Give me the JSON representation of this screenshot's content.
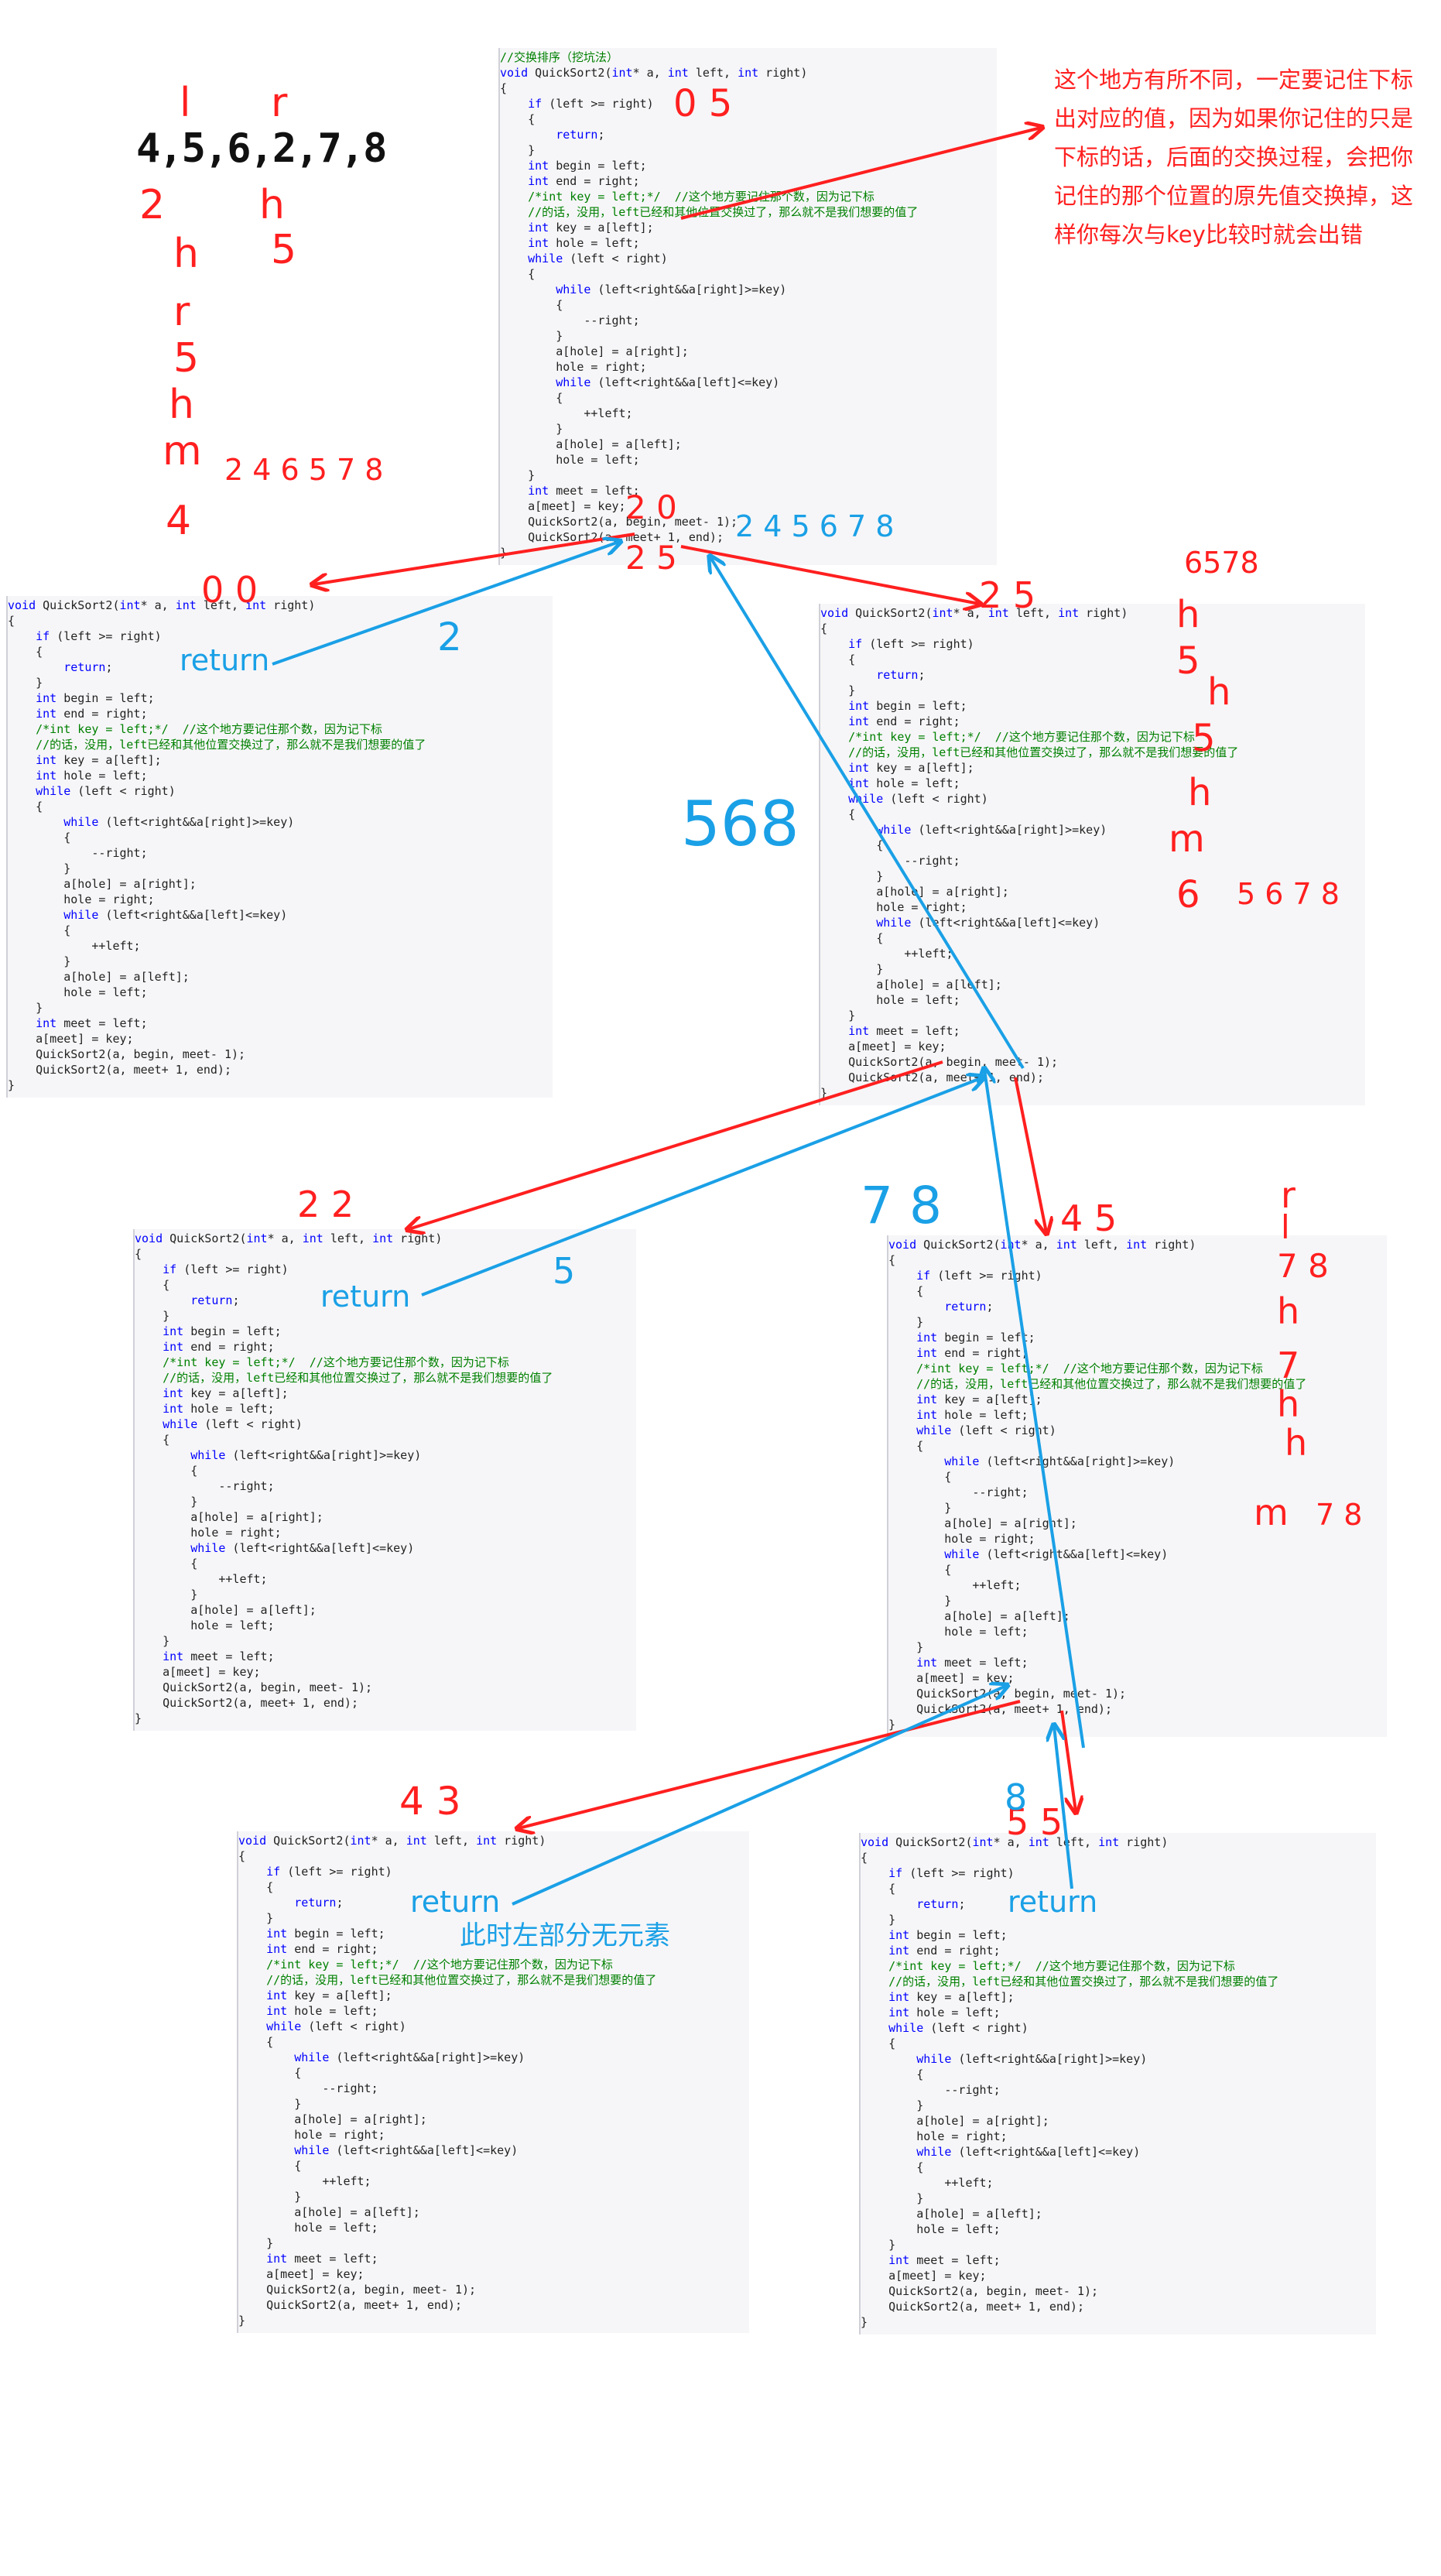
{
  "code_lines": [
    [
      [
        "kw",
        "void "
      ],
      [
        "tx",
        "QuickSort2("
      ],
      [
        "kw",
        "int"
      ],
      [
        "tx",
        "* a, "
      ],
      [
        "kw",
        "int"
      ],
      [
        "tx",
        " left, "
      ],
      [
        "kw",
        "int"
      ],
      [
        "tx",
        " right)"
      ]
    ],
    [
      [
        "tx",
        "{"
      ]
    ],
    [
      [
        "tx",
        "    "
      ],
      [
        "kw",
        "if"
      ],
      [
        "tx",
        " (left >= right)"
      ]
    ],
    [
      [
        "tx",
        "    {"
      ]
    ],
    [
      [
        "tx",
        "        "
      ],
      [
        "kw",
        "return"
      ],
      [
        "tx",
        ";"
      ]
    ],
    [
      [
        "tx",
        "    }"
      ]
    ],
    [
      [
        "tx",
        "    "
      ],
      [
        "kw",
        "int"
      ],
      [
        "tx",
        " begin = left;"
      ]
    ],
    [
      [
        "tx",
        "    "
      ],
      [
        "kw",
        "int"
      ],
      [
        "tx",
        " end = right;"
      ]
    ],
    [
      [
        "tx",
        "    "
      ],
      [
        "cm",
        "/*int key = left;*/  //这个地方要记住那个数，因为记下标"
      ]
    ],
    [
      [
        "tx",
        "    "
      ],
      [
        "cm",
        "//的话，没用，left已经和其他位置交换过了，那么就不是我们想要的值了"
      ]
    ],
    [
      [
        "tx",
        "    "
      ],
      [
        "kw",
        "int"
      ],
      [
        "tx",
        " key = a[left];"
      ]
    ],
    [
      [
        "tx",
        "    "
      ],
      [
        "kw",
        "int"
      ],
      [
        "tx",
        " hole = left;"
      ]
    ],
    [
      [
        "tx",
        "    "
      ],
      [
        "kw",
        "while"
      ],
      [
        "tx",
        " (left < right)"
      ]
    ],
    [
      [
        "tx",
        "    {"
      ]
    ],
    [
      [
        "tx",
        "        "
      ],
      [
        "kw",
        "while"
      ],
      [
        "tx",
        " (left<right&&a[right]>=key)"
      ]
    ],
    [
      [
        "tx",
        "        {"
      ]
    ],
    [
      [
        "tx",
        "            --right;"
      ]
    ],
    [
      [
        "tx",
        "        }"
      ]
    ],
    [
      [
        "tx",
        "        a[hole] = a[right];"
      ]
    ],
    [
      [
        "tx",
        "        hole = right;"
      ]
    ],
    [
      [
        "tx",
        "        "
      ],
      [
        "kw",
        "while"
      ],
      [
        "tx",
        " (left<right&&a[left]<=key)"
      ]
    ],
    [
      [
        "tx",
        "        {"
      ]
    ],
    [
      [
        "tx",
        "            ++left;"
      ]
    ],
    [
      [
        "tx",
        "        }"
      ]
    ],
    [
      [
        "tx",
        "        a[hole] = a[left];"
      ]
    ],
    [
      [
        "tx",
        "        hole = left;"
      ]
    ],
    [
      [
        "tx",
        "    }"
      ]
    ],
    [
      [
        "tx",
        "    "
      ],
      [
        "kw",
        "int"
      ],
      [
        "tx",
        " meet = left;"
      ]
    ],
    [
      [
        "tx",
        "    a[meet] = key;"
      ]
    ],
    [
      [
        "tx",
        "    QuickSort2(a, begin, meet- 1);"
      ]
    ],
    [
      [
        "tx",
        "    QuickSort2(a, meet+ 1, end);"
      ]
    ],
    [
      [
        "tx",
        "}"
      ]
    ]
  ],
  "top_comment": "//交换排序（挖坑法）",
  "note": "这个地方有所不同，一定要记住下标出对应的值，因为如果你记住的只是下标的话，后面的交换过程，会把你记住的那个位置的原先值交换掉，这样你每次与key比较时就会出错",
  "initial_array": "4,5,6,2,7,8",
  "labels": {
    "return": "return",
    "left_empty": "此时左部分无元素",
    "seq_top_right": "2 4 5 6 7 8",
    "seq_left": "2 4 6 5 7 8",
    "seq_mid": "6578",
    "seq_mid2": "5 6 7 8",
    "seq_568": "568",
    "seq_78_blue": "7 8",
    "seq_78_red": "7 8",
    "seq_78_red2": "7 8",
    "r00": "0 0",
    "r25": "2 5",
    "r22": "2 2",
    "r45": "4 5",
    "r43": "4 3",
    "r55": "5 5",
    "r05": "0 5",
    "b2": "2",
    "b5": "5",
    "b8": "8"
  },
  "colors": {
    "red": "#ff1f1f",
    "blue": "#1aa0e6",
    "keyword": "#0000ff",
    "comment": "#008000"
  }
}
